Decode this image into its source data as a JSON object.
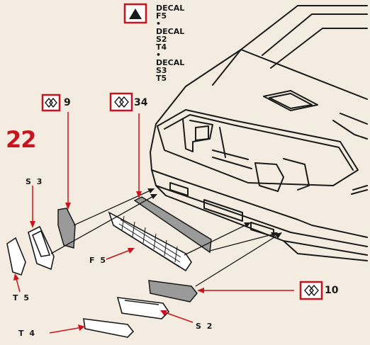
{
  "step_number": "22",
  "decal_legend": {
    "lines": [
      "DECAL",
      "F5",
      "•",
      "DECAL",
      "S2",
      "T4",
      "•",
      "DECAL",
      "S3",
      "T5"
    ]
  },
  "callouts": {
    "box_9": "9",
    "box_34": "34",
    "box_10": "10"
  },
  "part_labels": {
    "s3": "S 3",
    "t5": "T 5",
    "f5": "F 5",
    "t4": "T 4",
    "s2": "S 2"
  },
  "icons": {
    "decal_triangle": "triangle-icon",
    "diamond_symbol": "double-diamond-icon"
  },
  "colors": {
    "accent": "#c8141e",
    "paper": "#f4ece0",
    "ink": "#1a1a1a"
  }
}
